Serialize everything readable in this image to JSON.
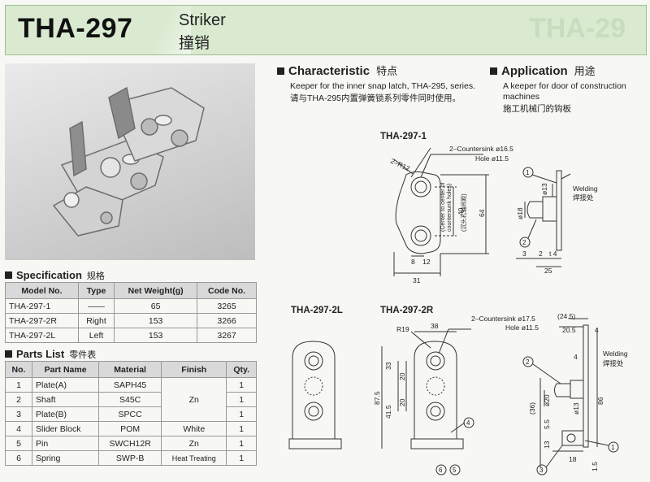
{
  "header": {
    "code": "THA-297",
    "name_en": "Striker",
    "name_cn": "撞销",
    "watermark": "THA-29"
  },
  "specification": {
    "title": "Specification",
    "title_cn": "规格",
    "columns": [
      "Model No.",
      "Type",
      "Net Weight(g)",
      "Code No."
    ],
    "rows": [
      [
        "THA-297-1",
        "——",
        "65",
        "3265"
      ],
      [
        "THA-297-2R",
        "Right",
        "153",
        "3266"
      ],
      [
        "THA-297-2L",
        "Left",
        "153",
        "3267"
      ]
    ]
  },
  "parts": {
    "title": "Parts List",
    "title_cn": "零件表",
    "columns": [
      "No.",
      "Part Name",
      "Material",
      "Finish",
      "Qty."
    ],
    "rows": [
      {
        "no": "1",
        "name": "Plate(A)",
        "material": "SAPH45",
        "qty": "1"
      },
      {
        "no": "2",
        "name": "Shaft",
        "material": "S45C",
        "qty": "1"
      },
      {
        "no": "3",
        "name": "Plate(B)",
        "material": "SPCC",
        "qty": "1"
      },
      {
        "no": "4",
        "name": "Slider Block",
        "material": "POM",
        "finish": "White",
        "qty": "1"
      },
      {
        "no": "5",
        "name": "Pin",
        "material": "SWCH12R",
        "finish": "Zn",
        "qty": "1"
      },
      {
        "no": "6",
        "name": "Spring",
        "material": "SWP-B",
        "finish": "Heat Treating",
        "qty": "1"
      }
    ],
    "merged_finish": "Zn"
  },
  "characteristic": {
    "title": "Characteristic",
    "title_cn": "特点",
    "text_en": "Keeper for the inner snap latch, THA-295, series.",
    "text_cn": "请与THA-295内置弹簧锁系列零件同时使用。"
  },
  "application": {
    "title": "Application",
    "title_cn": "用途",
    "text_en_1": "A keeper for door of construction",
    "text_en_2": "machines",
    "text_cn": "施工机械门的钩板"
  },
  "drawing1": {
    "title": "THA-297-1",
    "countersink": "2–Countersink ø16.5",
    "hole": "Hole ø11.5",
    "radius": "2–R12",
    "center_note_1": "(Center to center of",
    "center_note_2": "countersunk holes)",
    "center_note_cn": "(沉头孔轴间距)",
    "d40": "40",
    "d64": "64",
    "d8": "8",
    "d12": "12",
    "d31": "31",
    "welding": "Welding",
    "welding_cn": "焊接处",
    "d13": "ø13",
    "d18": "ø18",
    "d3": "3",
    "d2": "2",
    "dt4": "t 4",
    "d25": "25"
  },
  "drawing2": {
    "title_l": "THA-297-2L",
    "title_r": "THA-297-2R",
    "radius": "R19",
    "d38": "38",
    "countersink": "2–Countersink ø17.5",
    "hole": "Hole ø11.5",
    "d33": "33",
    "d20a": "20",
    "d20b": "20",
    "d875": "87.5",
    "d415": "41.5",
    "d245": "(24.5)",
    "d205": "20.5",
    "d4": "4",
    "d4b": "4",
    "welding": "Welding",
    "welding_cn": "焊接处",
    "d20": "ø20",
    "d13": "ø13",
    "d86": "86",
    "d36": "(36)",
    "d55": "5.5",
    "d13b": "13",
    "d18": "18",
    "d15": "1.5"
  },
  "callouts": [
    "1",
    "2",
    "3",
    "4",
    "5",
    "6"
  ]
}
